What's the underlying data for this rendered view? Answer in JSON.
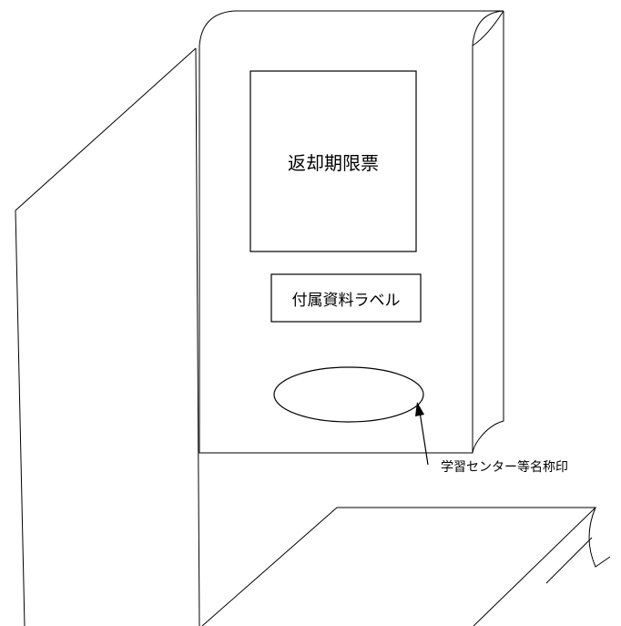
{
  "labels": {
    "due_date_slip": "返却期限票",
    "attachment_label": "付属資料ラベル",
    "center_name_seal": "学習センター等名称印"
  },
  "colors": {
    "line": "#000000",
    "background": "#ffffff"
  }
}
